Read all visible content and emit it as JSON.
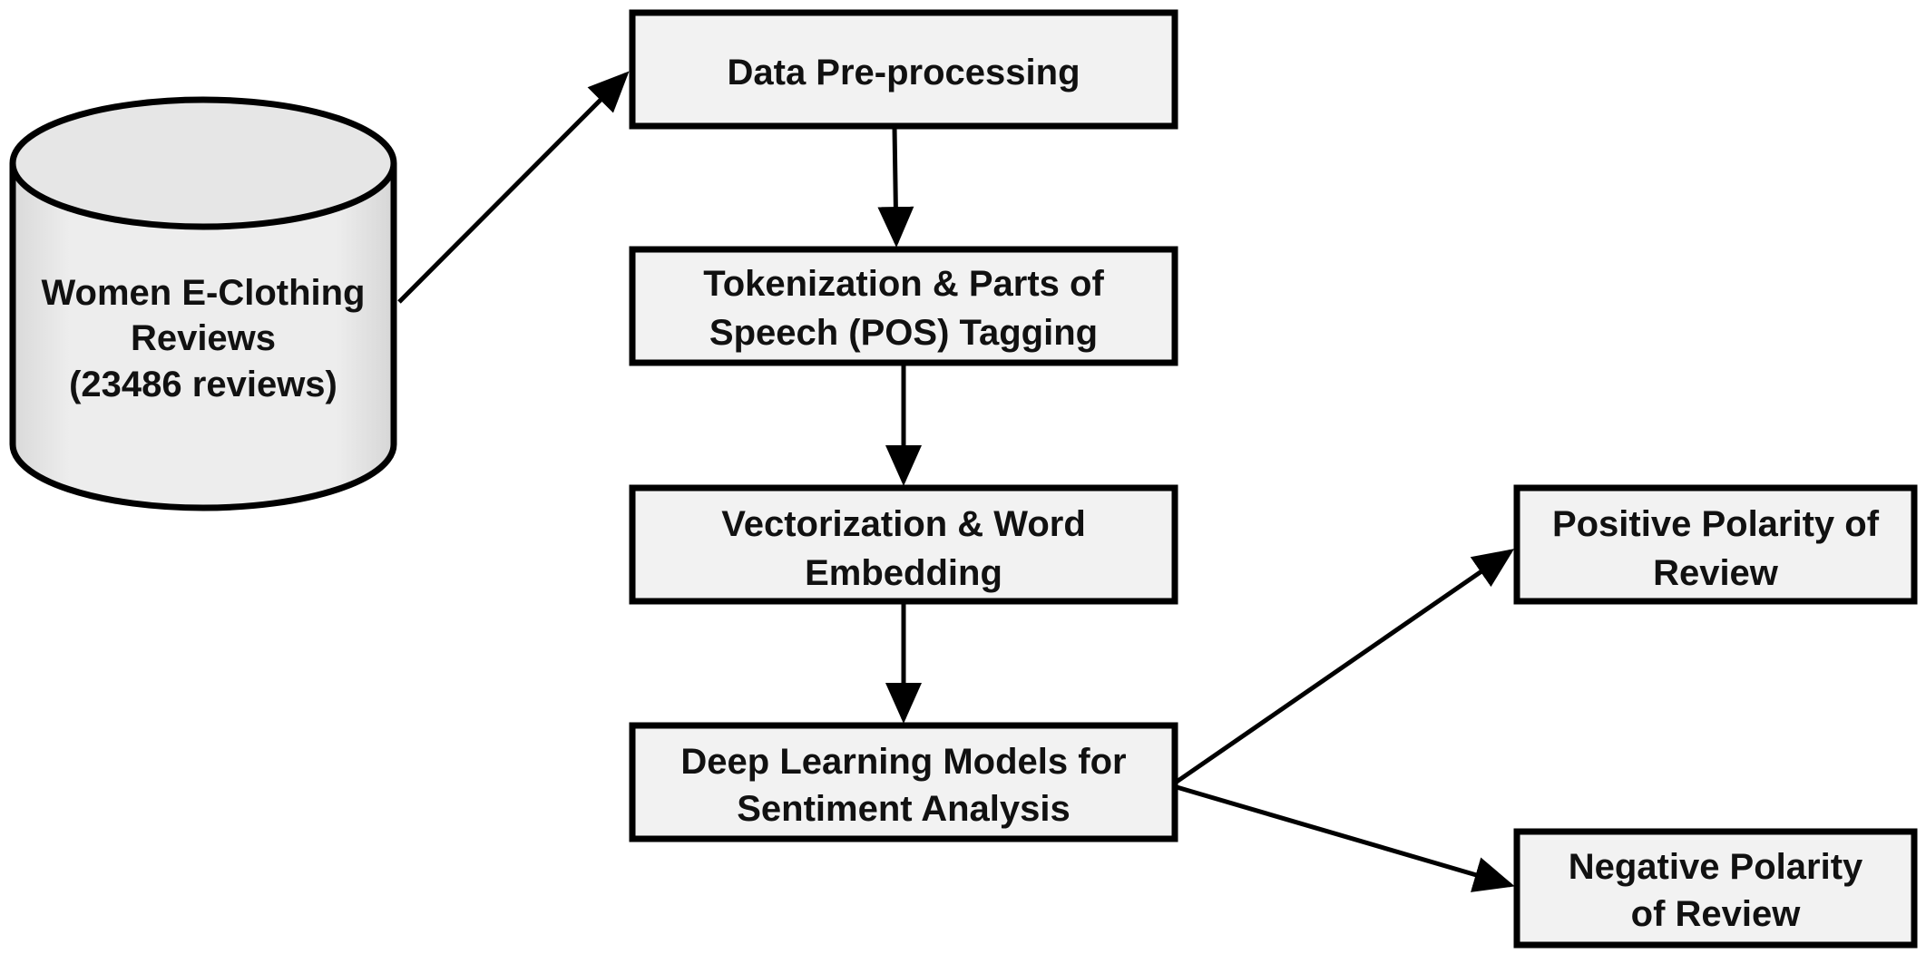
{
  "diagram": {
    "source": {
      "line1": "Women E-Clothing",
      "line2": "Reviews",
      "line3": "(23486 reviews)"
    },
    "steps": {
      "preprocessing": {
        "line1": "Data Pre-processing"
      },
      "tokenization": {
        "line1": "Tokenization & Parts of",
        "line2": "Speech (POS) Tagging"
      },
      "vectorization": {
        "line1": "Vectorization & Word",
        "line2": "Embedding"
      },
      "models": {
        "line1": "Deep Learning Models for",
        "line2": "Sentiment Analysis"
      }
    },
    "outputs": {
      "positive": {
        "line1": "Positive Polarity of",
        "line2": "Review"
      },
      "negative": {
        "line1": "Negative Polarity",
        "line2": "of Review"
      }
    }
  }
}
